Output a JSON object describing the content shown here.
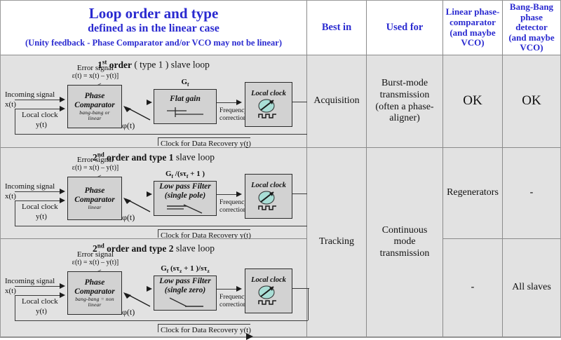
{
  "header": {
    "title_line1": "Loop order and type",
    "title_line2": "defined as in the linear case",
    "title_line3": "(Unity feedback  - Phase Comparator and/or VCO may not be linear)",
    "columns": [
      {
        "label": "Best in"
      },
      {
        "label": "Used for"
      },
      {
        "label": "Linear phase-comparator (and maybe VCO)"
      },
      {
        "label": "Bang-Bang phase detector (and maybe VCO)"
      }
    ],
    "col3_lines": [
      "Linear phase-",
      "comparator",
      "(and maybe",
      "VCO)"
    ],
    "col4_lines": [
      "Bang-Bang",
      "phase detector",
      "(and maybe",
      "VCO)"
    ]
  },
  "colors": {
    "title_blue": "#2a2ad0",
    "cell_background": "#e2e2e2",
    "block_fill": "#d2d2d2",
    "block_border": "#2b2b2b",
    "grid_line": "#8b8b8b",
    "clock_icon": "#a9ded6"
  },
  "rows": [
    {
      "id": "row-1st-order",
      "title_pre": "1",
      "title_sup": "st",
      "title_mid": " order",
      "title_post": " ( type 1 ) slave loop",
      "gain_formula_plain": "Gf",
      "gain_main": "G",
      "gain_sub": "f",
      "gain_rest": "",
      "filter_line1": "Flat gain",
      "filter_line2": "",
      "filter_plot": "flat",
      "comparator_line1": "Phase",
      "comparator_line2": "Comparator",
      "comparator_line3": "bang-bang or",
      "comparator_line4": "linear",
      "best_in": "Acquisition",
      "used_for_lines": [
        "Burst-mode",
        "transmission",
        "(often a phase-",
        "aligner)"
      ],
      "linear_pc": "OK",
      "bangbang_pd": "OK"
    },
    {
      "id": "row-2nd-order-type1",
      "title_pre": "2",
      "title_sup": "nd",
      "title_mid": " order and  type 1",
      "title_post": "  slave loop",
      "gain_formula_plain": "Gf /(sτf + 1 )",
      "gain_main": "G",
      "gain_sub": "f",
      "gain_rest": " /(sτf + 1 )",
      "filter_line1": "Low pass Filter",
      "filter_line2": "(single pole)",
      "filter_plot": "pole",
      "comparator_line1": "Phase",
      "comparator_line2": "Comparator",
      "comparator_line3": "linear",
      "comparator_line4": "",
      "best_in": "Tracking",
      "used_for_lines": [
        "Continuous",
        "mode",
        "transmission"
      ],
      "linear_pc": "Regenerators",
      "bangbang_pd": "-"
    },
    {
      "id": "row-2nd-order-type2",
      "title_pre": "2",
      "title_sup": "nd",
      "title_mid": " order and  type 2",
      "title_post": "  slave loop",
      "gain_formula_plain": "Gf (sτz + 1 )/sτz",
      "gain_main": "G",
      "gain_sub": "f",
      "gain_rest": " (sτz + 1 )/sτz",
      "filter_line1": "Low pass Filter",
      "filter_line2": "(single zero)",
      "filter_plot": "zero",
      "comparator_line1": "Phase",
      "comparator_line2": "Comparator",
      "comparator_line3": "bang-bang = non",
      "comparator_line4": "linear",
      "best_in": "Tracking",
      "used_for_lines": [
        "Continuous",
        "mode",
        "transmission"
      ],
      "linear_pc": "-",
      "bangbang_pd": "All  slaves"
    }
  ],
  "diagram_labels": {
    "error_signal": "Error signal",
    "error_equation": "ε(t) = x(t) – y(t)]",
    "incoming_signal": "Incoming signal",
    "incoming_var": "x(t)",
    "local_clock_fb": "Local clock",
    "local_clock_var": "y(t)",
    "phi": "φ(t)",
    "frequency_line1": "Frequency",
    "frequency_line2": "correction",
    "local_clock_block": "Local clock",
    "clock_recovery": "Clock for Data Recovery y(t)"
  }
}
